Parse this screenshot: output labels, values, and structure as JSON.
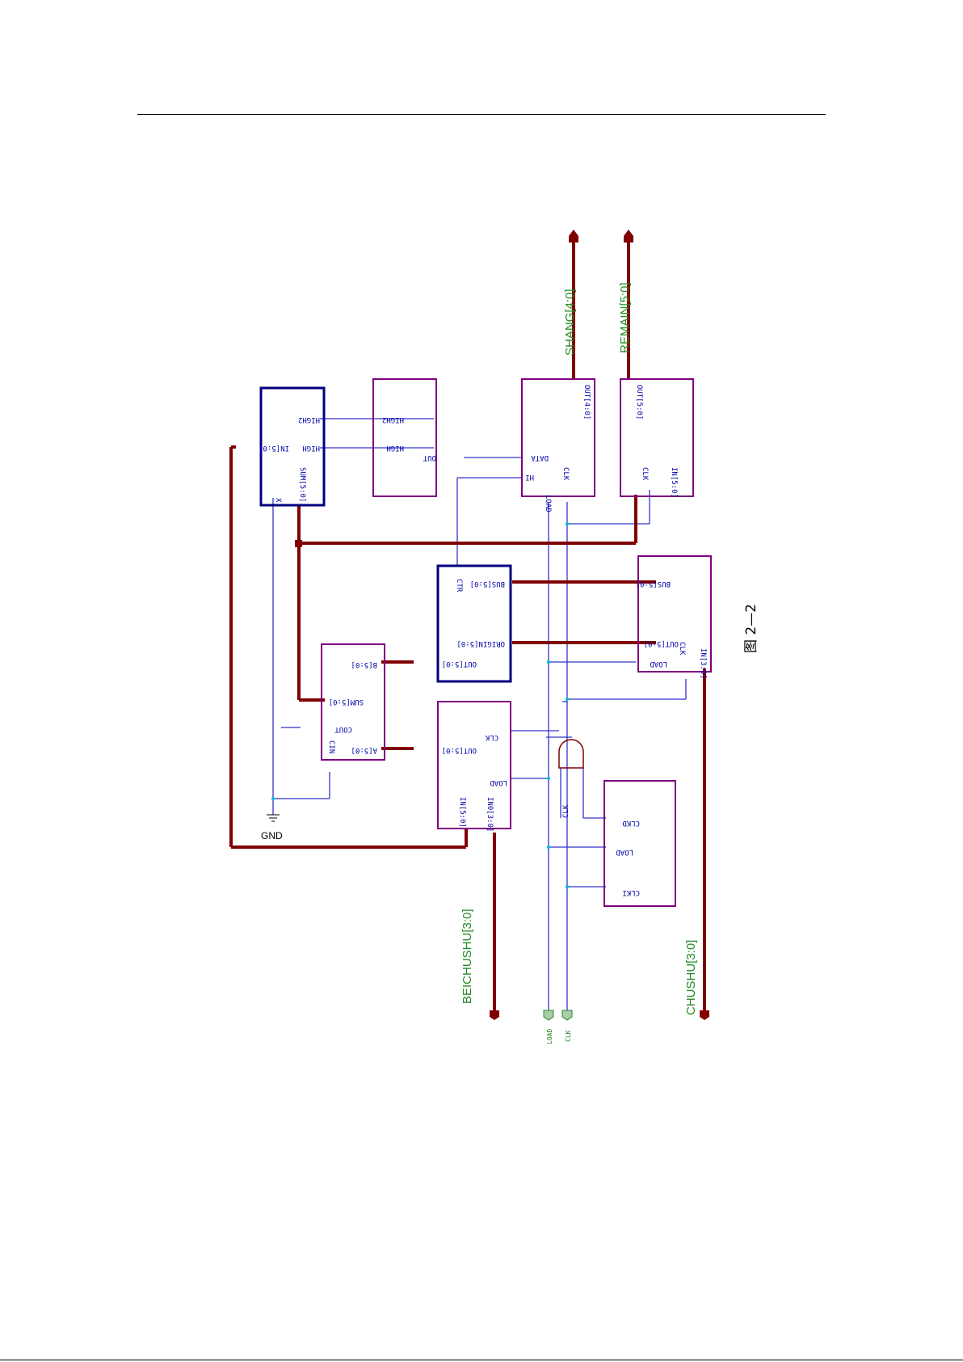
{
  "caption": "图 2—2",
  "signals": {
    "shang": "SHANG[4:0]",
    "remain": "REMAIN[5:0]",
    "beichushu": "BEICHUSHU[3:0]",
    "chushu": "CHUSHU[3:0]",
    "load": "LOAD",
    "clk": "CLK",
    "gnd": "GND",
    "clk_wire": "CLK"
  },
  "blocks": {
    "adder_top": {
      "in": "IN[5:0]",
      "high": "HIGH",
      "high2": "HIGH2",
      "sum": "SUM[5:0]",
      "x": "X"
    },
    "compare": {
      "high": "HIGH",
      "high2": "HIGH2",
      "out": "OUT"
    },
    "shang_reg": {
      "data": "DATA",
      "hi": "HI",
      "load": "LOAD",
      "clk": "CLK",
      "out": "OUT[4:0]"
    },
    "remain_reg": {
      "out": "OUT[5:0]",
      "clk": "CLK",
      "in": "IN[5:0]"
    },
    "mux": {
      "ctr": "CTR",
      "bus": "BUS[5:0]",
      "origin": "ORIGIN[5:0]",
      "out": "OUT[5:0]"
    },
    "reg_b": {
      "bus": "BUS[5:0]",
      "out": "OUT[5:0]",
      "load": "LOAD",
      "clk": "CLK",
      "in": "IN[3:0]"
    },
    "adder": {
      "b": "B[5:0]",
      "sum": "SUM[5:0]",
      "cout": "COUT",
      "a": "A[5:0]",
      "cin": "CIN"
    },
    "shift_reg": {
      "out": "OUT[5:0]",
      "clk": "CLK",
      "load": "LOAD",
      "in": "IN[5:0]",
      "in0": "IN0[3:0]"
    },
    "clk_ctrl": {
      "clkd": "CLKD",
      "load": "LOAD",
      "clki": "CLKI"
    }
  },
  "colors": {
    "bus": "#800000",
    "wire": "#3333cc",
    "box_purple": "#800080",
    "box_navy": "#000080",
    "label_green": "#228B22"
  }
}
